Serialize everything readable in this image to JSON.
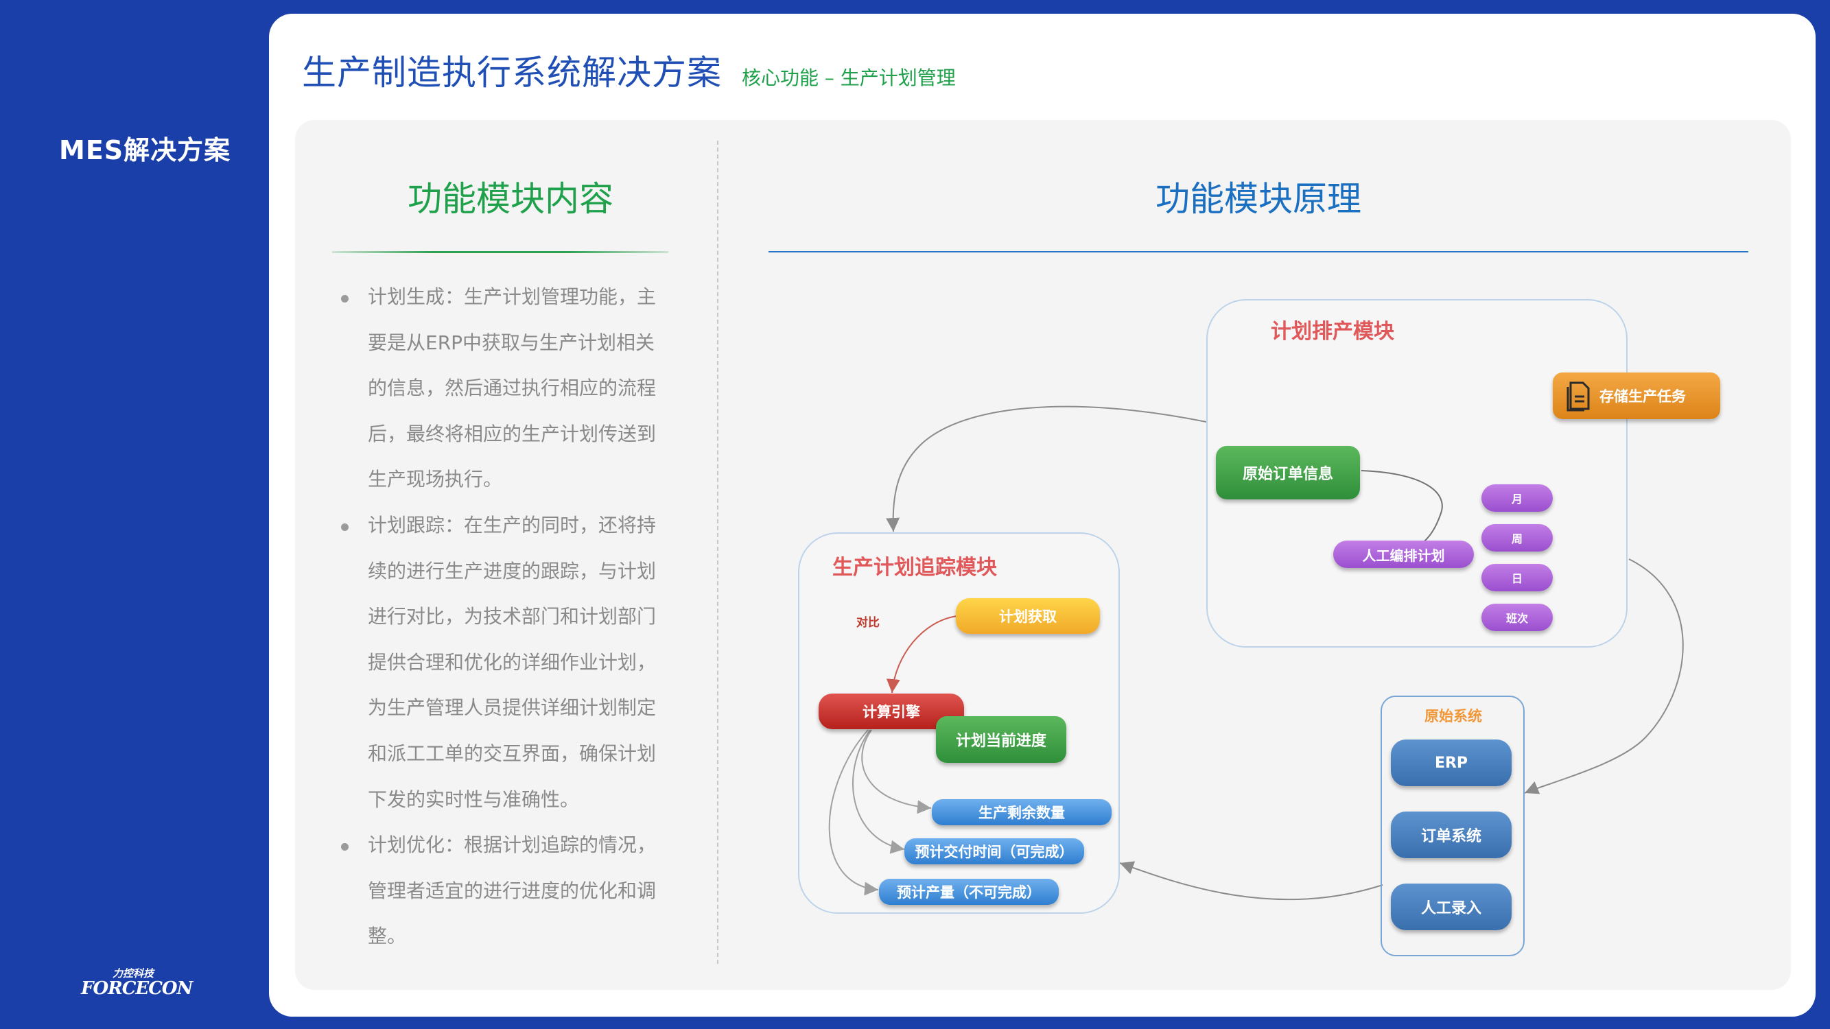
{
  "sidebar": {
    "title": "MES解决方案"
  },
  "logo": {
    "cn": "力控科技",
    "en": "FORCECON"
  },
  "header": {
    "title": "生产制造执行系统解决方案",
    "subtitle": "核心功能 – 生产计划管理"
  },
  "left_panel": {
    "heading": "功能模块内容",
    "items": [
      "计划生成：生产计划管理功能，主要是从ERP中获取与生产计划相关的信息，然后通过执行相应的流程后，最终将相应的生产计划传送到生产现场执行。",
      "计划跟踪：在生产的同时，还将持续的进行生产进度的跟踪，与计划进行对比，为技术部门和计划部门提供合理和优化的详细作业计划，为生产管理人员提供详细计划制定和派工工单的交互界面，确保计划下发的实时性与准确性。",
      "计划优化：根据计划追踪的情况，管理者适宜的进行进度的优化和调整。"
    ]
  },
  "right_panel": {
    "heading": "功能模块原理",
    "scheduling_module": {
      "title": "计划排产模块",
      "store_task": "存储生产任务",
      "original_order": "原始订单信息",
      "manual_plan": "人工编排计划",
      "periods": [
        "月",
        "周",
        "日",
        "班次"
      ]
    },
    "tracking_module": {
      "title": "生产计划追踪模块",
      "compare_label": "对比",
      "plan_fetch": "计划获取",
      "calc_engine": "计算引擎",
      "current_progress": "计划当前进度",
      "remaining_qty": "生产剩余数量",
      "est_delivery": "预计交付时间（可完成）",
      "est_output": "预计产量（不可完成）"
    },
    "source_systems": {
      "title": "原始系统",
      "items": [
        "ERP",
        "订单系统",
        "人工录入"
      ]
    }
  },
  "colors": {
    "background": "#1a3fa8",
    "title_blue": "#1f4fb5",
    "accent_green": "#1ea14a",
    "module_title_red": "#e0585a",
    "orange": "#f0983a"
  }
}
